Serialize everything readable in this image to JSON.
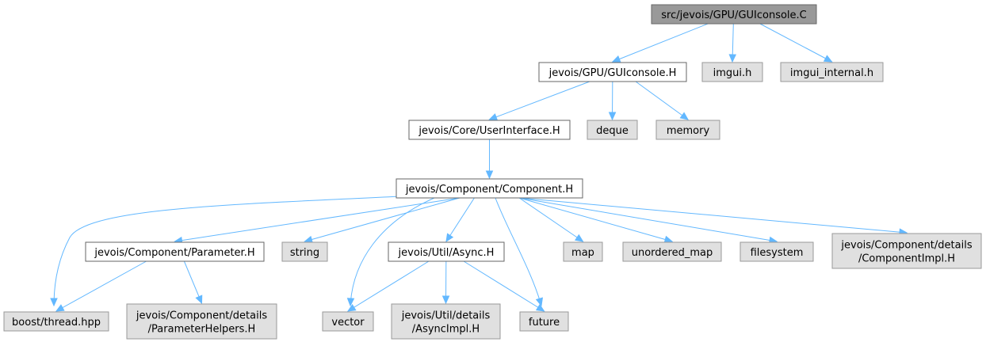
{
  "graph": {
    "nodes": [
      {
        "id": "root",
        "lines": [
          "src/jevois/GPU/GUIconsole.C"
        ],
        "style": "root"
      },
      {
        "id": "gui_h",
        "lines": [
          "jevois/GPU/GUIconsole.H"
        ],
        "style": "local"
      },
      {
        "id": "imgui",
        "lines": [
          "imgui.h"
        ],
        "style": "external"
      },
      {
        "id": "imgui_int",
        "lines": [
          "imgui_internal.h"
        ],
        "style": "external"
      },
      {
        "id": "ui_h",
        "lines": [
          "jevois/Core/UserInterface.H"
        ],
        "style": "local"
      },
      {
        "id": "deque",
        "lines": [
          "deque"
        ],
        "style": "external"
      },
      {
        "id": "memory",
        "lines": [
          "memory"
        ],
        "style": "external"
      },
      {
        "id": "comp_h",
        "lines": [
          "jevois/Component/Component.H"
        ],
        "style": "local"
      },
      {
        "id": "param_h",
        "lines": [
          "jevois/Component/Parameter.H"
        ],
        "style": "local"
      },
      {
        "id": "string",
        "lines": [
          "string"
        ],
        "style": "external"
      },
      {
        "id": "async_h",
        "lines": [
          "jevois/Util/Async.H"
        ],
        "style": "local"
      },
      {
        "id": "map",
        "lines": [
          "map"
        ],
        "style": "external"
      },
      {
        "id": "umap",
        "lines": [
          "unordered_map"
        ],
        "style": "external"
      },
      {
        "id": "fs",
        "lines": [
          "filesystem"
        ],
        "style": "external"
      },
      {
        "id": "compimpl",
        "lines": [
          "jevois/Component/details",
          "/ComponentImpl.H"
        ],
        "style": "external"
      },
      {
        "id": "boost",
        "lines": [
          "boost/thread.hpp"
        ],
        "style": "external"
      },
      {
        "id": "paramhelp",
        "lines": [
          "jevois/Component/details",
          "/ParameterHelpers.H"
        ],
        "style": "external"
      },
      {
        "id": "vector",
        "lines": [
          "vector"
        ],
        "style": "external"
      },
      {
        "id": "asyncimpl",
        "lines": [
          "jevois/Util/details",
          "/AsyncImpl.H"
        ],
        "style": "external"
      },
      {
        "id": "future",
        "lines": [
          "future"
        ],
        "style": "external"
      }
    ],
    "edges": [
      [
        "root",
        "gui_h"
      ],
      [
        "root",
        "imgui"
      ],
      [
        "root",
        "imgui_int"
      ],
      [
        "gui_h",
        "ui_h"
      ],
      [
        "gui_h",
        "deque"
      ],
      [
        "gui_h",
        "memory"
      ],
      [
        "ui_h",
        "comp_h"
      ],
      [
        "comp_h",
        "boost"
      ],
      [
        "comp_h",
        "param_h"
      ],
      [
        "comp_h",
        "string"
      ],
      [
        "comp_h",
        "vector"
      ],
      [
        "comp_h",
        "async_h"
      ],
      [
        "comp_h",
        "future"
      ],
      [
        "comp_h",
        "map"
      ],
      [
        "comp_h",
        "umap"
      ],
      [
        "comp_h",
        "fs"
      ],
      [
        "comp_h",
        "compimpl"
      ],
      [
        "param_h",
        "boost"
      ],
      [
        "param_h",
        "paramhelp"
      ],
      [
        "async_h",
        "vector"
      ],
      [
        "async_h",
        "asyncimpl"
      ],
      [
        "async_h",
        "future"
      ]
    ],
    "colors": {
      "root_fill": "#999999",
      "root_stroke": "#666666",
      "local_fill": "#ffffff",
      "local_stroke": "#666666",
      "external_fill": "#e0e0e0",
      "external_stroke": "#999999",
      "edge": "#63b8ff",
      "text": "#000000"
    }
  }
}
